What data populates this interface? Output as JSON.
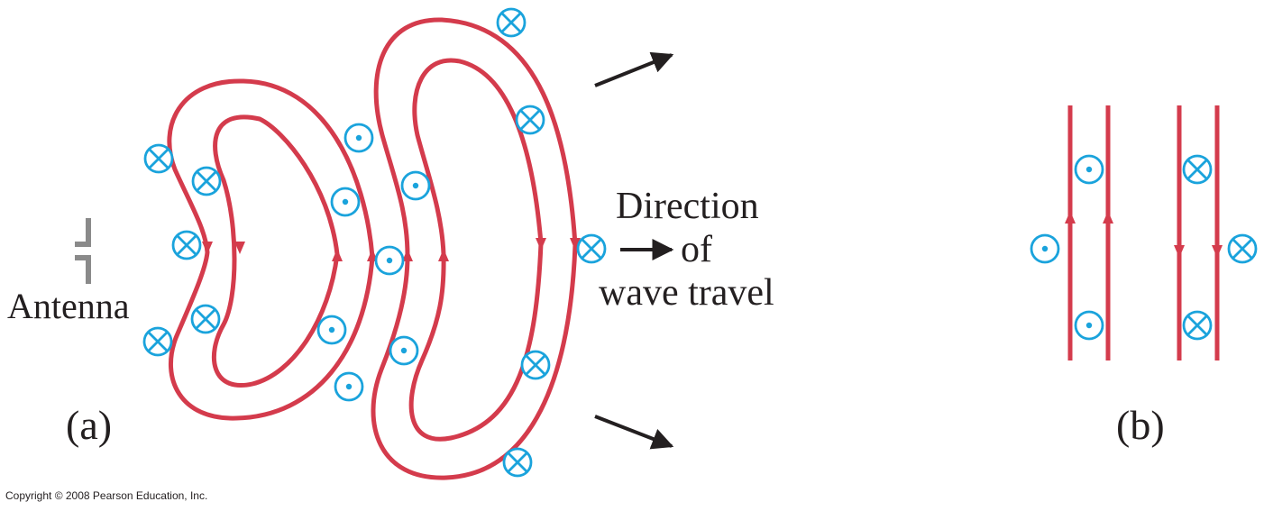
{
  "labels": {
    "antenna": "Antenna",
    "panel_a": "(a)",
    "panel_b": "(b)",
    "direction_line1": "Direction",
    "direction_line2": "of",
    "direction_line3": "wave travel",
    "copyright": "Copyright © 2008 Pearson Education, Inc."
  },
  "colors": {
    "electric_field_lines": "#d43b4c",
    "magnetic_field_symbols": "#1aa3dc",
    "antenna": "#8a8a8a",
    "arrows_and_text": "#231f20"
  },
  "symbols": {
    "out_of_page": "circle-dot (B out of page)",
    "into_page": "circle-cross (B into page)"
  }
}
